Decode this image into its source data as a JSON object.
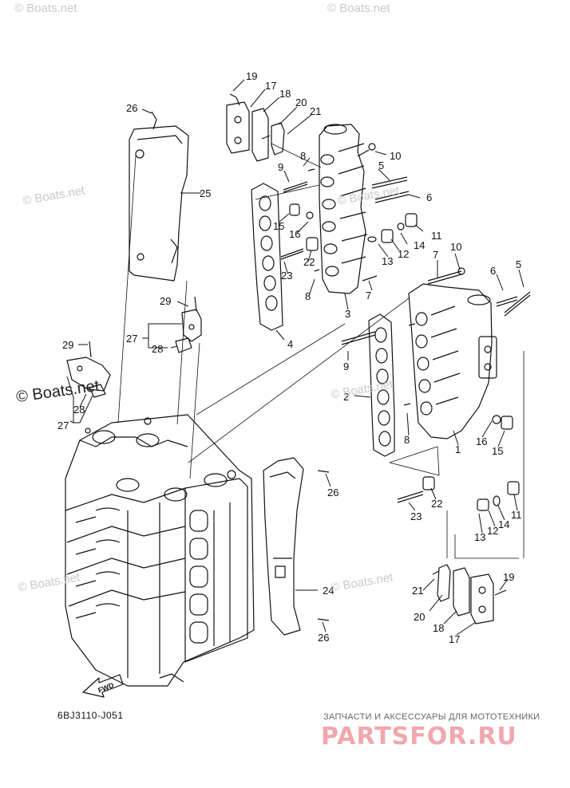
{
  "watermarks": [
    "© Boats.net",
    "© Boats.net",
    "© Boats.net",
    "© Boats.net",
    "© Boats.net",
    "© Boats.net",
    "© Boats.net",
    "© Boats.net"
  ],
  "diagram_code": "6BJ3110-J051",
  "fwd_label": "FWD",
  "brand": {
    "tagline": "ЗАПЧАСТИ И АКСЕССУАРЫ ДЛЯ МОТОТЕХНИКИ",
    "name": "PARTSFOR.RU"
  },
  "colors": {
    "ink": "#111111",
    "watermark": "#c9c9c9",
    "brand": "#f0a7ad"
  },
  "callouts": [
    {
      "id": "c19a",
      "num": "19"
    },
    {
      "id": "c17a",
      "num": "17"
    },
    {
      "id": "c18a",
      "num": "18"
    },
    {
      "id": "c20a",
      "num": "20"
    },
    {
      "id": "c21a",
      "num": "21"
    },
    {
      "id": "c26a",
      "num": "26"
    },
    {
      "id": "c10a",
      "num": "10"
    },
    {
      "id": "c8a",
      "num": "8"
    },
    {
      "id": "c9a",
      "num": "9"
    },
    {
      "id": "c5a",
      "num": "5"
    },
    {
      "id": "c25",
      "num": "25"
    },
    {
      "id": "c6a",
      "num": "6"
    },
    {
      "id": "c15a",
      "num": "15"
    },
    {
      "id": "c16a",
      "num": "16"
    },
    {
      "id": "c11a",
      "num": "11"
    },
    {
      "id": "c14a",
      "num": "14"
    },
    {
      "id": "c12a",
      "num": "12"
    },
    {
      "id": "c13a",
      "num": "13"
    },
    {
      "id": "c22a",
      "num": "22"
    },
    {
      "id": "c23a",
      "num": "23"
    },
    {
      "id": "c7a",
      "num": "7"
    },
    {
      "id": "c10b",
      "num": "10"
    },
    {
      "id": "c8b",
      "num": "8"
    },
    {
      "id": "c3",
      "num": "3"
    },
    {
      "id": "c7b",
      "num": "7"
    },
    {
      "id": "c6b",
      "num": "6"
    },
    {
      "id": "c5b",
      "num": "5"
    },
    {
      "id": "c29a",
      "num": "29"
    },
    {
      "id": "c27a",
      "num": "27"
    },
    {
      "id": "c28a",
      "num": "28"
    },
    {
      "id": "c4",
      "num": "4"
    },
    {
      "id": "c29b",
      "num": "29"
    },
    {
      "id": "c9b",
      "num": "9"
    },
    {
      "id": "c28b",
      "num": "28"
    },
    {
      "id": "c27b",
      "num": "27"
    },
    {
      "id": "c2",
      "num": "2"
    },
    {
      "id": "c8c",
      "num": "8"
    },
    {
      "id": "c1",
      "num": "1"
    },
    {
      "id": "c16b",
      "num": "16"
    },
    {
      "id": "c15b",
      "num": "15"
    },
    {
      "id": "c26b",
      "num": "26"
    },
    {
      "id": "c22b",
      "num": "22"
    },
    {
      "id": "c23b",
      "num": "23"
    },
    {
      "id": "c11b",
      "num": "11"
    },
    {
      "id": "c14b",
      "num": "14"
    },
    {
      "id": "c12b",
      "num": "12"
    },
    {
      "id": "c13b",
      "num": "13"
    },
    {
      "id": "c24",
      "num": "24"
    },
    {
      "id": "c19b",
      "num": "19"
    },
    {
      "id": "c21b",
      "num": "21"
    },
    {
      "id": "c20b",
      "num": "20"
    },
    {
      "id": "c18b",
      "num": "18"
    },
    {
      "id": "c17b",
      "num": "17"
    },
    {
      "id": "c26c",
      "num": "26"
    }
  ]
}
